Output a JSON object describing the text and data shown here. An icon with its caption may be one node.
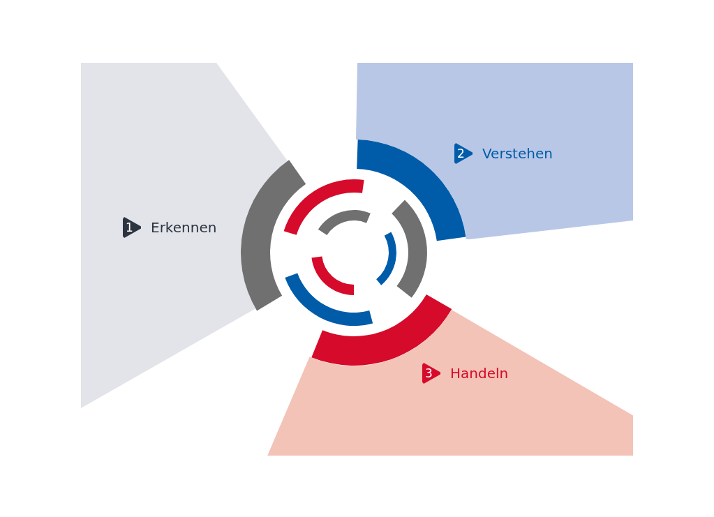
{
  "diagram": {
    "nodes": [
      {
        "text": [
          "1",
          "Erkennen"
        ]
      },
      {
        "text": [
          "2",
          "Verstehen"
        ]
      },
      {
        "text": [
          "3",
          "Handeln"
        ]
      }
    ]
  }
}
